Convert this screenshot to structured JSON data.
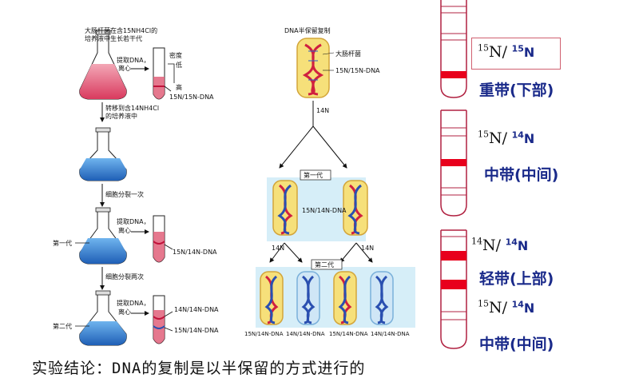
{
  "left_panel": {
    "culture_label_line1": "大肠杆菌在含15NH4Cl的",
    "culture_label_line2": "培养液中生长若干代",
    "extract_label": "提取DNA，",
    "centrifuge_label": "离心",
    "density_label": "密度",
    "low_label": "低",
    "high_label": "高",
    "dna_15_15": "15N/15N-DNA",
    "transfer_label_line1": "转移到含14NH4Cl",
    "transfer_label_line2": "的培养液中",
    "divide_once": "细胞分裂一次",
    "divide_twice": "细胞分裂两次",
    "first_gen": "第一代",
    "second_gen": "第二代",
    "dna_15_14": "15N/14N-DNA",
    "dna_14_14": "14N/14N-DNA"
  },
  "middle_panel": {
    "title": "DNA半保留复制",
    "ecoli": "大肠杆菌",
    "dna_15_15": "15N/15N-DNA",
    "n14": "14N",
    "first_gen": "第一代",
    "second_gen": "第二代",
    "dna_15_14": "15N/14N-DNA",
    "bottom_labels": [
      "15N/14N-DNA",
      "14N/14N-DNA",
      "15N/14N-DNA",
      "14N/14N-DNA"
    ]
  },
  "right_panel": {
    "tube1": {
      "iso_a": "15",
      "iso_b": "15",
      "band_label": "重带(下部)"
    },
    "tube2": {
      "iso_a": "15",
      "iso_b": "14",
      "band_label": "中带(中间)"
    },
    "tube3": {
      "iso_a1": "14",
      "iso_b1": "14",
      "band_label1": "轻带(上部)",
      "iso_a2": "15",
      "iso_b2": "14",
      "band_label2": "中带(中间)"
    },
    "element_symbol": "N",
    "slash": "/"
  },
  "conclusion": "实验结论：DNA的复制是以半保留的方式进行的",
  "colors": {
    "band_red": "#e8001c",
    "title_blue": "#1a2a8a",
    "culture_red": "#e0607a",
    "culture_blue": "#2a74c8"
  }
}
